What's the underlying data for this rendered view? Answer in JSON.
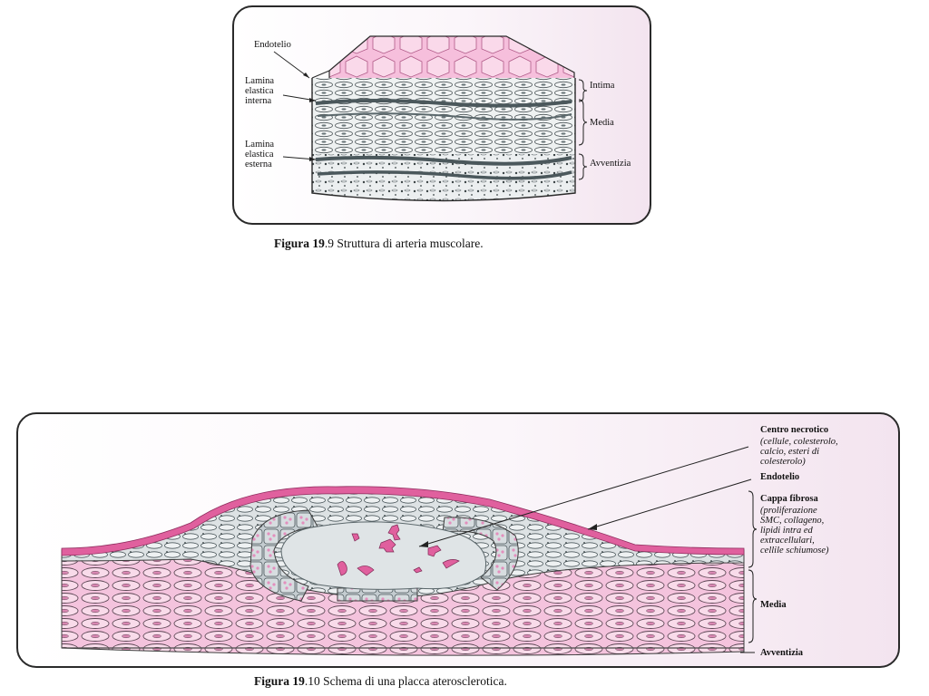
{
  "figure1": {
    "labels": {
      "endotelio": "Endotelio",
      "lamina_interna": "Lamina\nelastica\ninterna",
      "lamina_esterna": "Lamina\nelastica\nesterna",
      "intima": "Intima",
      "media": "Media",
      "avventizia": "Avventizia"
    },
    "caption": {
      "prefix": "Figura 19",
      "number": ".9",
      "text": "  Struttura di arteria muscolare."
    }
  },
  "figure2": {
    "labels": {
      "centro_title": "Centro necrotico",
      "centro_desc": "(cellule, colesterolo,\ncalcio, esteri di\ncolesterolo)",
      "endotelio": "Endotelio",
      "cappa_title": "Cappa fibrosa",
      "cappa_desc": "(proliferazione\nSMC, collageno,\nlipidi intra ed\nextracellulari,\ncellile schiumose)",
      "media": "Media",
      "avventizia": "Avventizia"
    },
    "caption": {
      "prefix": "Figura 19",
      "number": ".10",
      "text": "  Schema di una placca aterosclerotica."
    }
  },
  "colors": {
    "pink_light": "#f7c9e2",
    "pink": "#f3a6cf",
    "magenta": "#e0609e",
    "grey_band": "#7c8a8f",
    "outline": "#2a2a2a"
  }
}
